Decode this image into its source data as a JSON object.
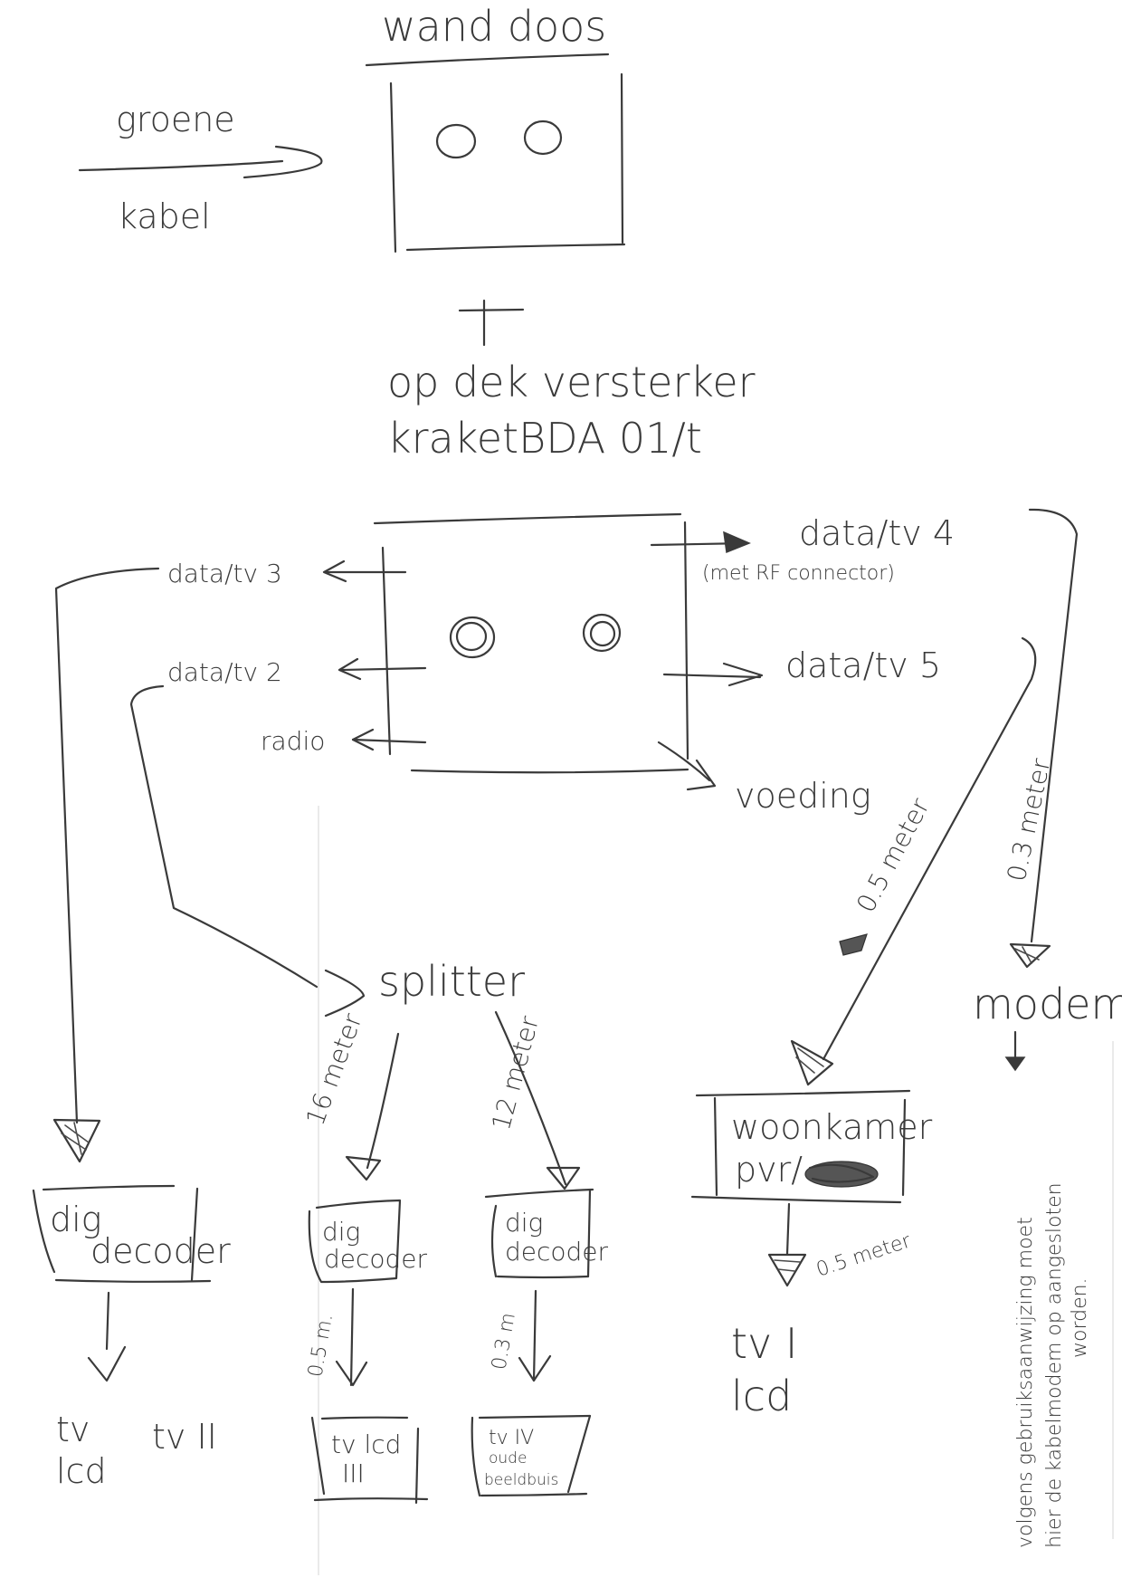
{
  "wall_box": {
    "label": "wand doos"
  },
  "incoming_cable": {
    "label_top": "groene",
    "label_bottom": "kabel"
  },
  "amplifier": {
    "plus_symbol": "+",
    "line1": "op dek versterker",
    "line2": "kraketBDA 01/t"
  },
  "outputs": {
    "data_tv_3": "data/tv 3",
    "data_tv_2": "data/tv 2",
    "radio": "radio",
    "data_tv_4": "data/tv 4",
    "data_tv_4_note": "(met RF connector)",
    "data_tv_5": "data/tv 5",
    "voeding": "voeding"
  },
  "lengths": {
    "tv5_to_woonkamer": "0.5 meter",
    "tv4_to_modem": "0.3 meter",
    "splitter_left": "16 meter",
    "splitter_right": "12 meter",
    "decoder2_to_tv": "0.5 m.",
    "decoder3_to_tv": "0.3 m",
    "woonkamer_to_tv": "0.5 meter"
  },
  "splitter": {
    "label": "splitter"
  },
  "devices": {
    "decoder_left": {
      "line1": "dig",
      "line2": "decoder"
    },
    "decoder_mid": {
      "line1": "dig",
      "line2": "decoder"
    },
    "decoder_right": {
      "line1": "dig",
      "line2": "decoder"
    },
    "woonkamer": {
      "line1": "woonkamer",
      "line2": "pvr/"
    },
    "modem": "modem."
  },
  "tvs": {
    "tv_left": {
      "line1": "tv",
      "line2": "lcd",
      "name": "tv II"
    },
    "tv_mid": {
      "line1": "tv lcd",
      "line2": "III"
    },
    "tv_right": {
      "line1": "tv IV",
      "line2": "oude",
      "line3": "beeldbuis"
    },
    "tv_woonkamer": {
      "line1": "tv I",
      "line2": "lcd"
    }
  },
  "modem_note": {
    "line1": "volgens gebruiksaanwijzing moet",
    "line2": "hier de kabelmodem op aangesloten",
    "line3": "worden."
  }
}
